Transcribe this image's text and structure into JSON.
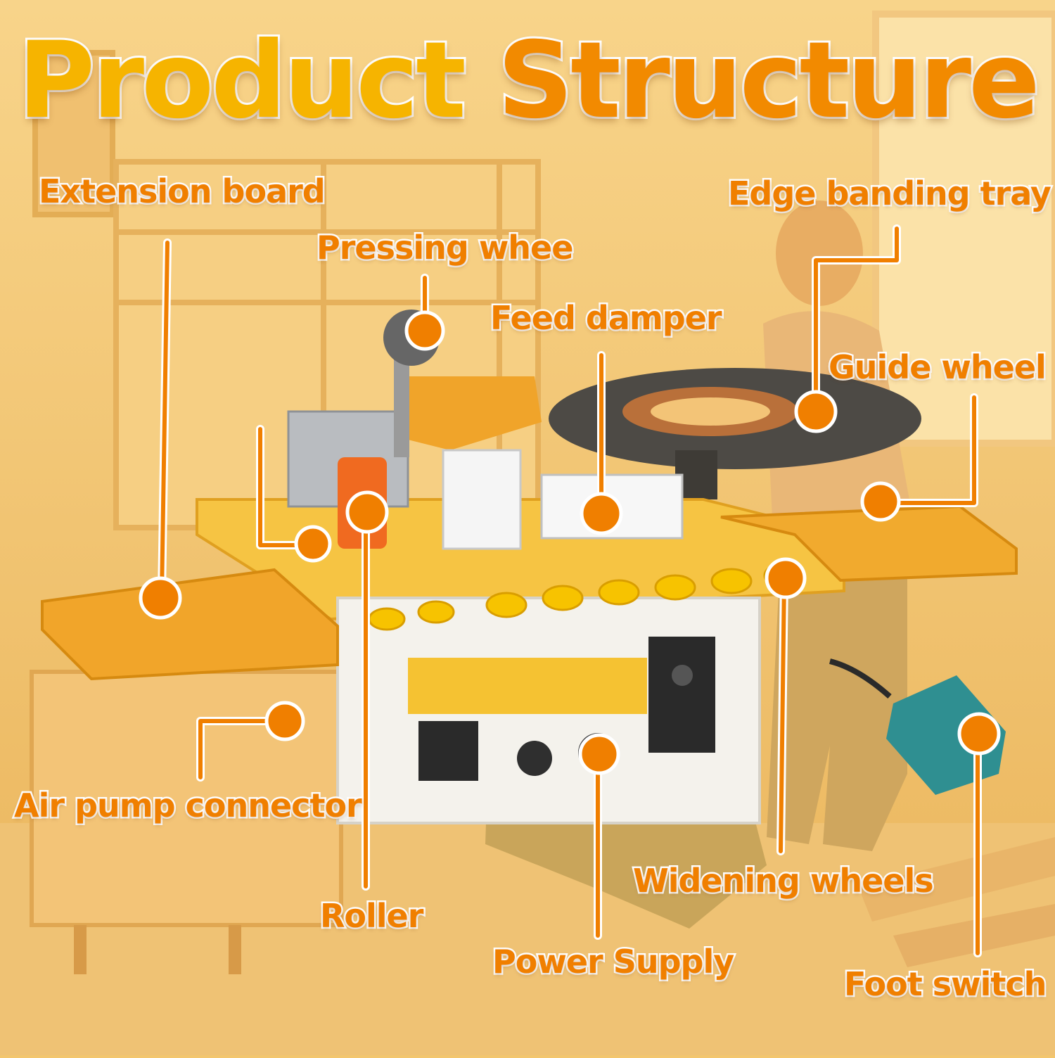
{
  "title": {
    "part1": "Product",
    "part2": "Structure"
  },
  "labels": {
    "extension_board": "Extension board",
    "pressing_wheel": "Pressing whee",
    "feed_damper": "Feed damper",
    "edge_banding_tray": "Edge banding tray",
    "guide_wheel": "Guide wheel",
    "air_pump_connector": "Air pump connector",
    "roller": "Roller",
    "power_supply": "Power Supply",
    "widening_wheels": "Widening wheels",
    "foot_switch": "Foot switch"
  },
  "colors": {
    "accent": "#f07f00",
    "title_yellow": "#f6b400",
    "title_orange": "#f28a00",
    "background": "#f3c66e"
  }
}
